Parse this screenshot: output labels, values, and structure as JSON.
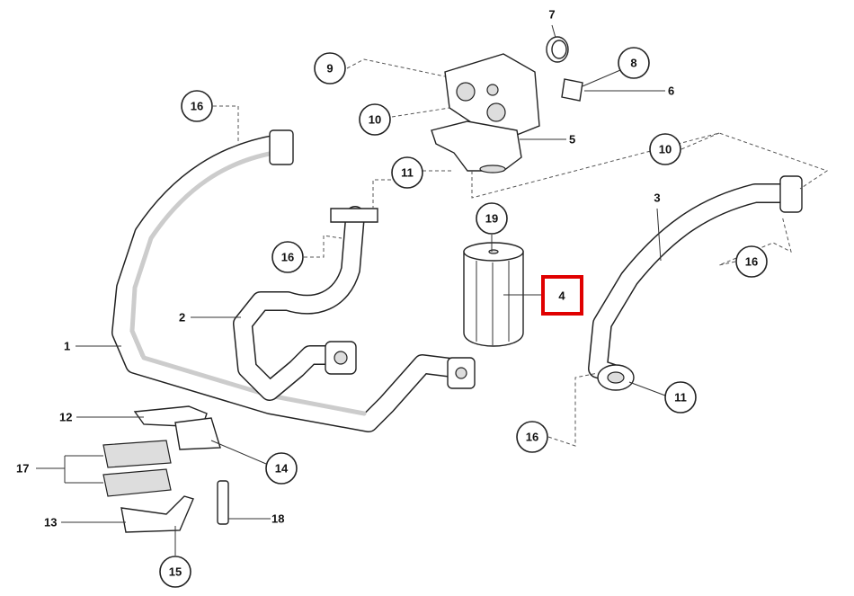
{
  "diagram": {
    "callouts": [
      "7",
      "8",
      "6",
      "9",
      "10",
      "5",
      "16",
      "11",
      "10",
      "3",
      "19",
      "16",
      "16",
      "4",
      "2",
      "1",
      "11",
      "16",
      "12",
      "17",
      "14",
      "13",
      "18",
      "15"
    ],
    "highlight_color": "#e00000",
    "highlighted_part": "4"
  }
}
